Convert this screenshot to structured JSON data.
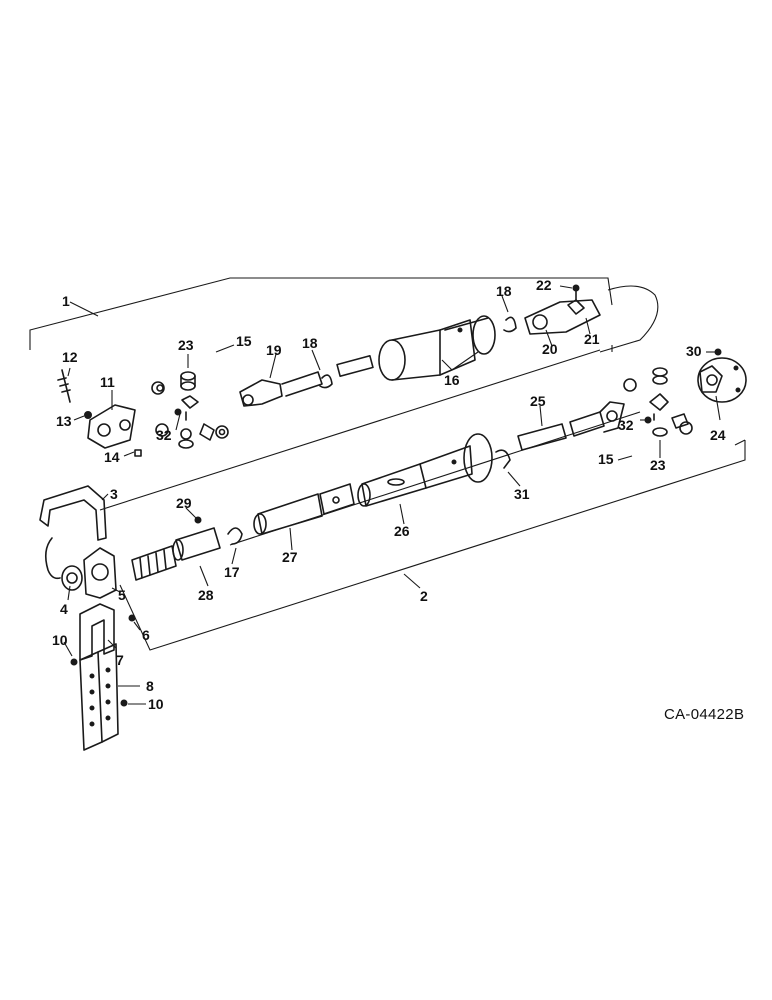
{
  "drawing_code": "CA-04422B",
  "callouts": {
    "c1": "1",
    "c2": "2",
    "c3": "3",
    "c4": "4",
    "c5": "5",
    "c6": "6",
    "c7": "7",
    "c8": "8",
    "c10a": "10",
    "c10b": "10",
    "c11": "11",
    "c12": "12",
    "c13": "13",
    "c14": "14",
    "c15a": "15",
    "c15b": "15",
    "c16": "16",
    "c17": "17",
    "c18a": "18",
    "c18b": "18",
    "c19": "19",
    "c20": "20",
    "c21": "21",
    "c22": "22",
    "c23a": "23",
    "c23b": "23",
    "c24": "24",
    "c25": "25",
    "c26": "26",
    "c27": "27",
    "c28": "28",
    "c29": "29",
    "c30": "30",
    "c31": "31",
    "c32a": "32",
    "c32b": "32"
  }
}
